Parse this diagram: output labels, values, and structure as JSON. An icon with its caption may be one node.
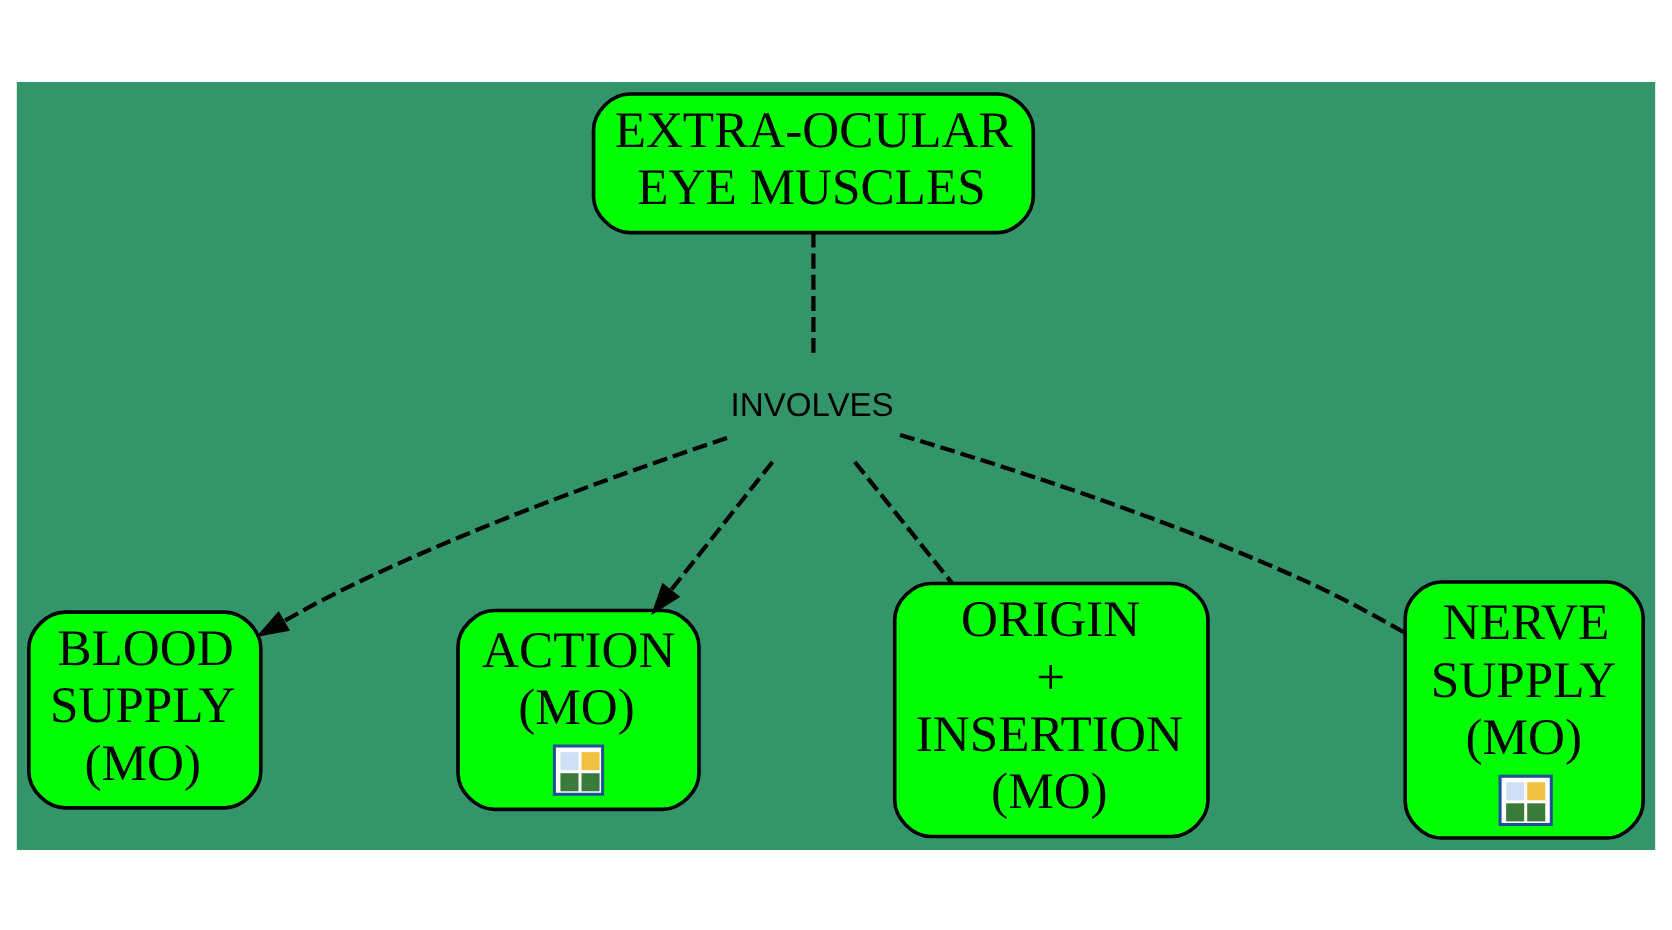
{
  "diagram": {
    "nodes": [
      {
        "text": [
          "EXTRA-OCULAR EYE MUSCLES"
        ]
      },
      {
        "text": [
          "INVOLVES"
        ]
      },
      {
        "text": [
          "BLOOD SUPPLY (MO)"
        ]
      },
      {
        "text": [
          "ACTION (MO)"
        ]
      },
      {
        "text": [
          "ORIGIN + INSERTION (MO)"
        ]
      },
      {
        "text": [
          "NERVE SUPPLY (MO)"
        ]
      }
    ],
    "edges": [
      {
        "from": 0,
        "to": 1,
        "arrow": "none",
        "style": "dashed"
      },
      {
        "from": 1,
        "to": 2,
        "arrow": "to",
        "style": "dashed"
      },
      {
        "from": 1,
        "to": 3,
        "arrow": "to",
        "style": "dashed"
      },
      {
        "from": 1,
        "to": 4,
        "arrow": "none",
        "style": "dashed"
      },
      {
        "from": 1,
        "to": 5,
        "arrow": "none",
        "style": "dashed"
      }
    ]
  }
}
